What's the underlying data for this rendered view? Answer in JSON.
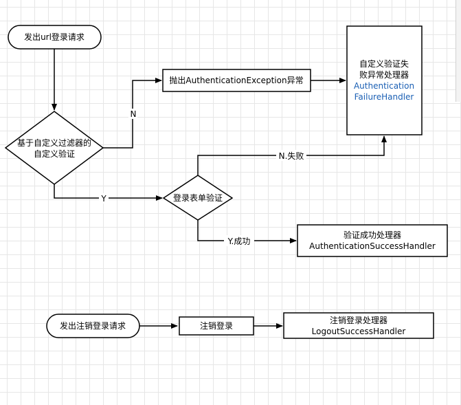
{
  "nodes": {
    "start_request": "发出url登录请求",
    "custom_filter": [
      "基于自定义过滤器的",
      "自定义验证"
    ],
    "throw_exception": "抛出AuthenticationException异常",
    "failure_handler": [
      "自定义验证失",
      "败异常处理器",
      "Authentication",
      "FailureHandler"
    ],
    "form_check": "登录表单验证",
    "success_handler": [
      "验证成功处理器",
      "AuthenticationSuccessHandler"
    ],
    "logout_request": "发出注销登录请求",
    "logout": "注销登录",
    "logout_handler": [
      "注销登录处理器",
      "LogoutSuccessHandler"
    ]
  },
  "edge_labels": {
    "filter_no": "N",
    "filter_yes": "Y",
    "form_fail": "N.失败",
    "form_success": "Y.成功"
  }
}
